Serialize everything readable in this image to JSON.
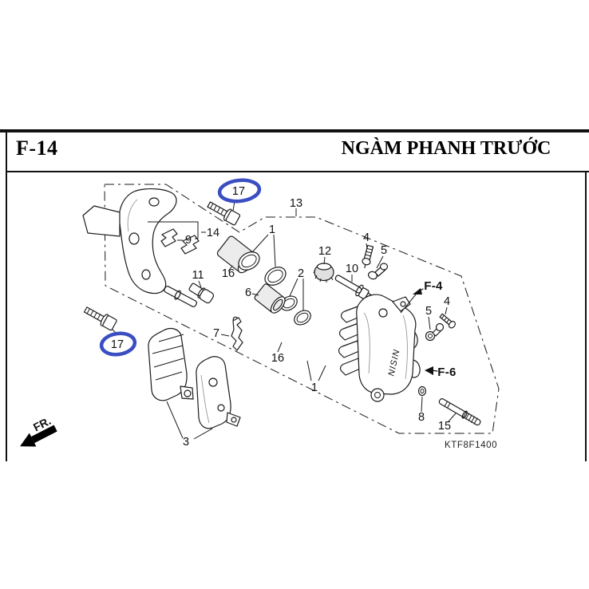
{
  "page": {
    "code": "F-14",
    "title": "NGÀM PHANH TRƯỚC",
    "diagram_code": "KTF8F1400",
    "direction_label": "FR.",
    "brand_mark": "NISIN"
  },
  "colors": {
    "highlight_circle": "#3a4ec2",
    "line_art": "#1a1a1a",
    "paper": "#ffffff"
  },
  "labels": {
    "l1a": "1",
    "l1b": "1",
    "l2": "2",
    "l3": "3",
    "l4a": "4",
    "l4b": "4",
    "l5a": "5",
    "l5b": "5",
    "l6": "6",
    "l7": "7",
    "l8": "8",
    "l9": "9",
    "l10": "10",
    "l11": "11",
    "l12": "12",
    "l13": "13",
    "l14": "14",
    "l15": "15",
    "l16a": "16",
    "l16b": "16",
    "l17a": "17",
    "l17b": "17"
  },
  "refs": {
    "f4": "F-4",
    "f6": "F-6"
  }
}
